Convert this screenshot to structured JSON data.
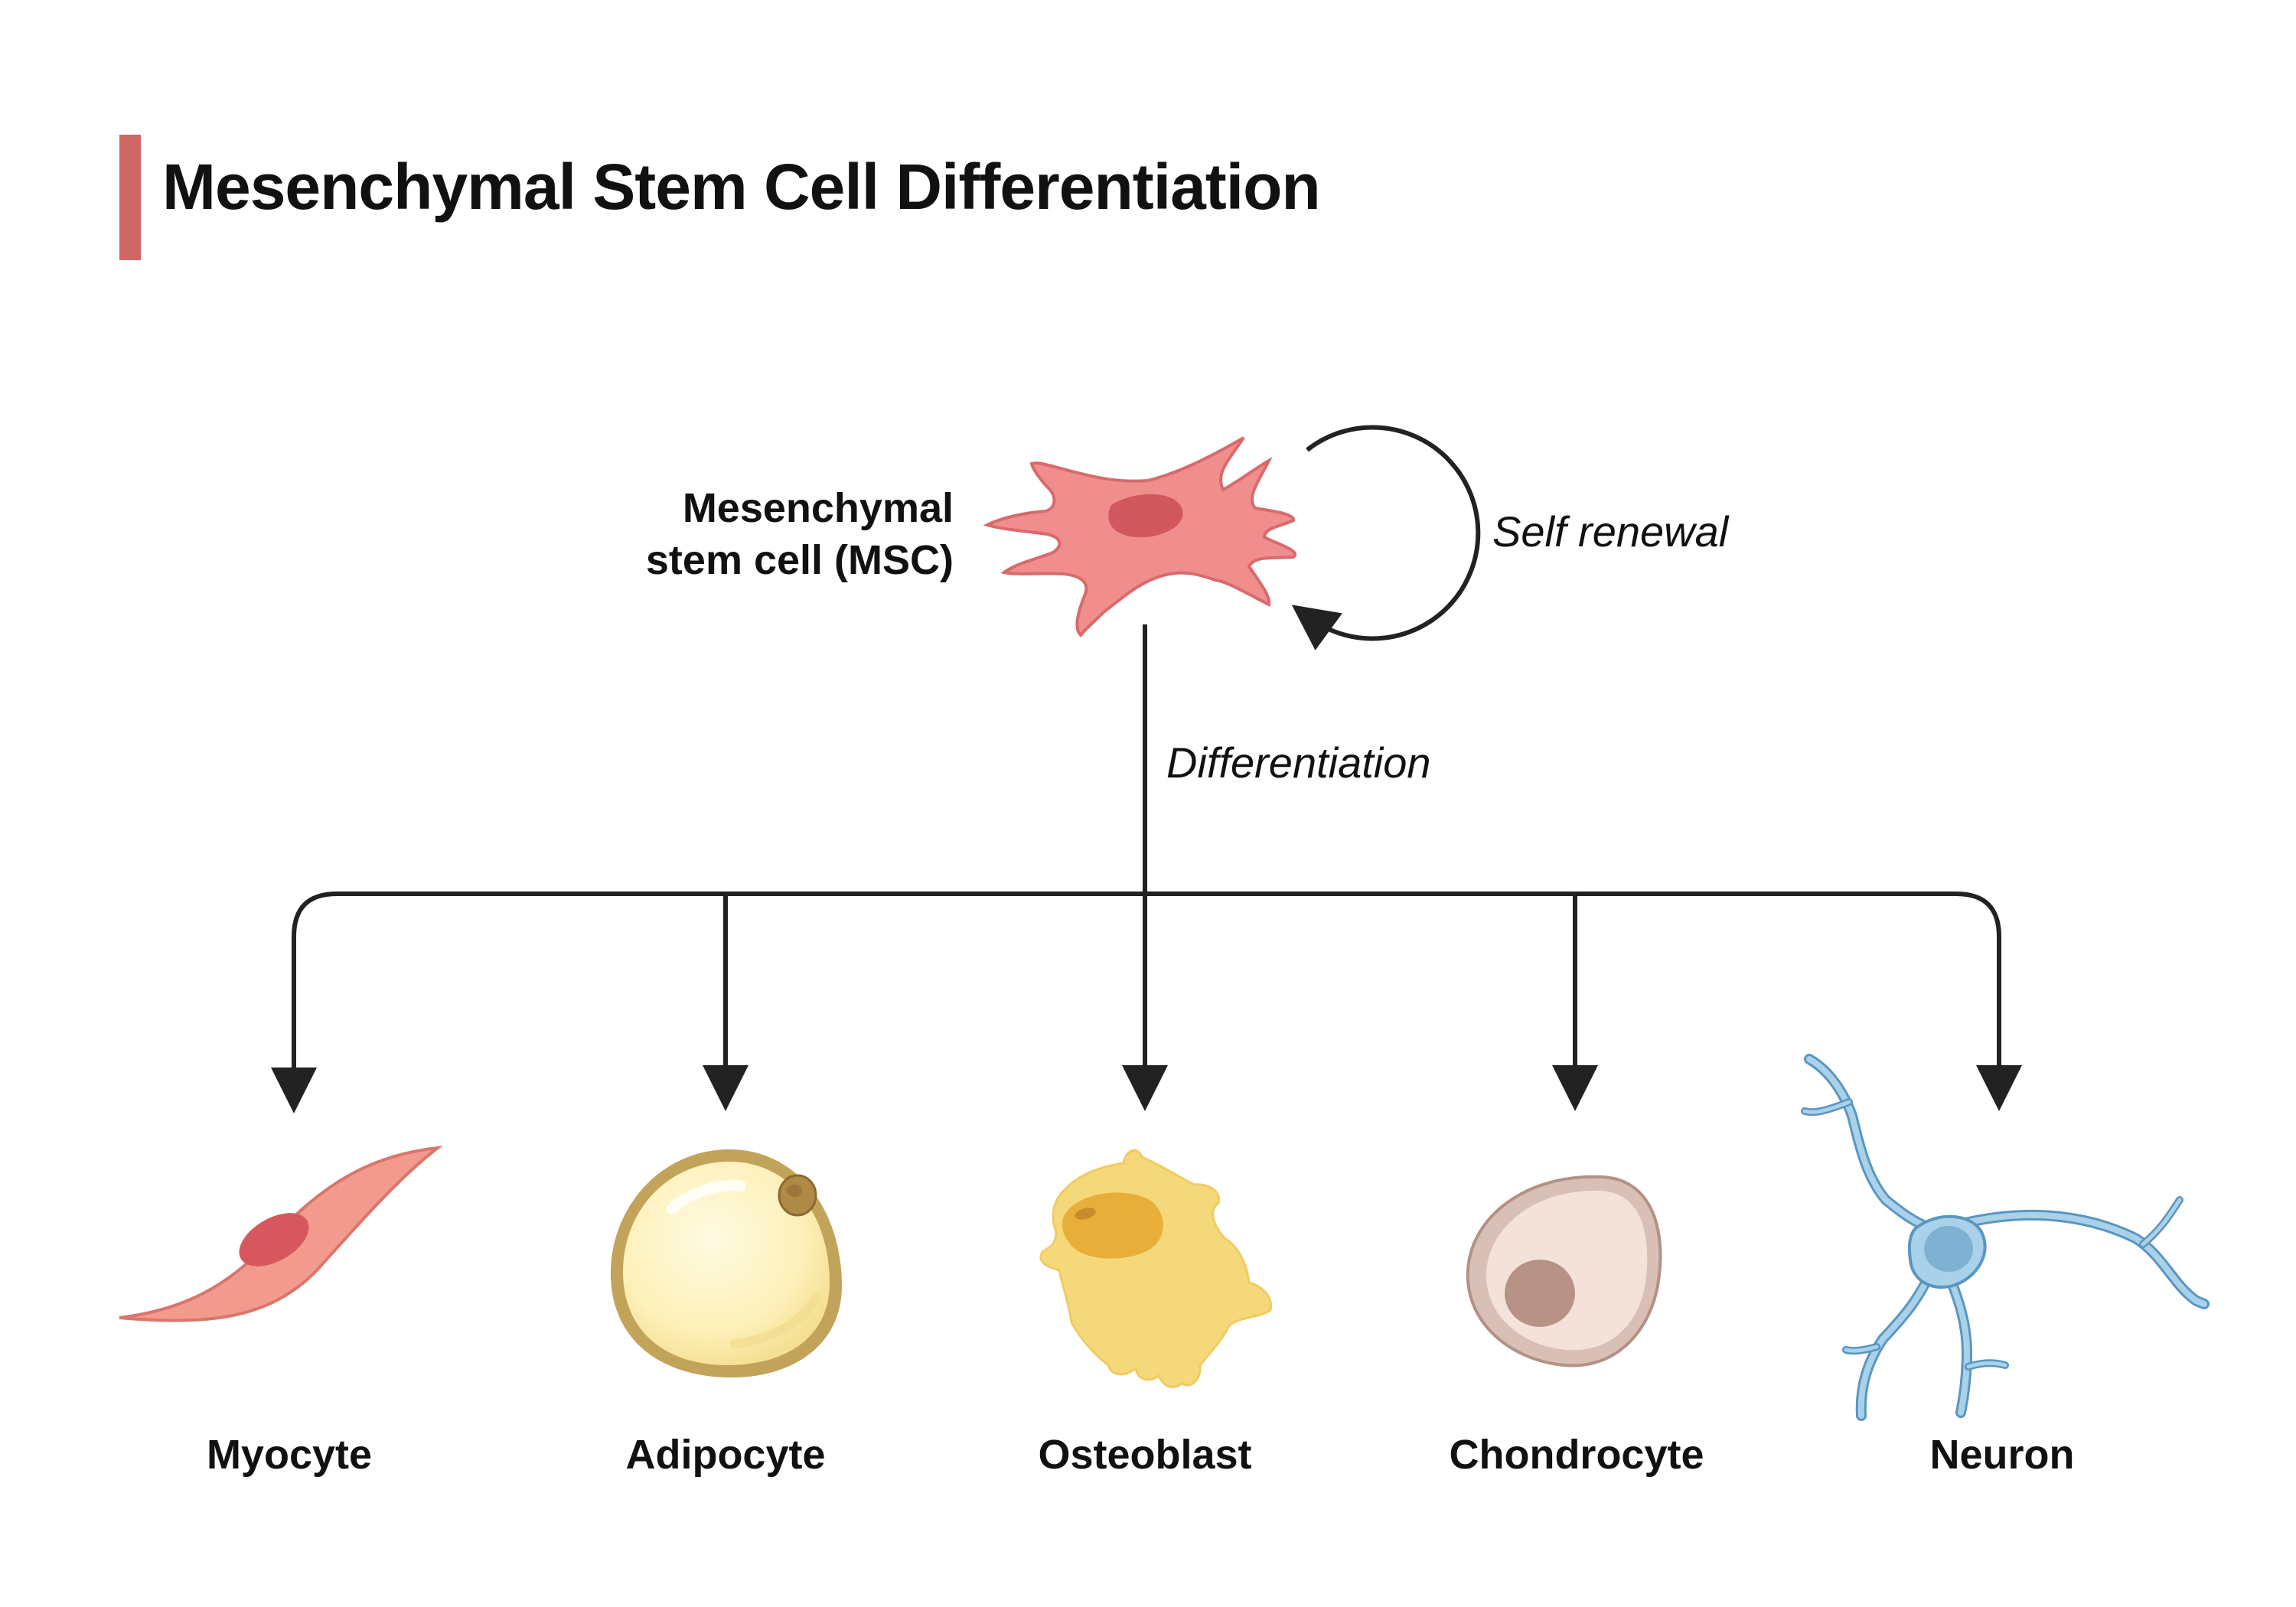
{
  "title": "Mesenchymal Stem Cell Differentiation",
  "accent_color": "#d16764",
  "stem_cell": {
    "label_line1": "Mesenchymal",
    "label_line2": "stem cell (MSC)",
    "icon": "stem-cell-icon"
  },
  "self_renewal_label": "Self renewal",
  "differentiation_label": "Differentiation",
  "cells": [
    {
      "key": "myocyte",
      "label": "Myocyte",
      "icon": "myocyte-icon"
    },
    {
      "key": "adipocyte",
      "label": "Adipocyte",
      "icon": "adipocyte-icon"
    },
    {
      "key": "osteoblast",
      "label": "Osteoblast",
      "icon": "osteoblast-icon"
    },
    {
      "key": "chondrocyte",
      "label": "Chondrocyte",
      "icon": "chondrocyte-icon"
    },
    {
      "key": "neuron",
      "label": "Neuron",
      "icon": "neuron-icon"
    }
  ],
  "colors": {
    "stem_cell": "#f08e8e",
    "myocyte": "#f29a8e",
    "adipocyte": "#fdf0b8",
    "osteoblast": "#f5d87a",
    "chondrocyte": "#f4e2da",
    "neuron": "#a9d2ea"
  }
}
